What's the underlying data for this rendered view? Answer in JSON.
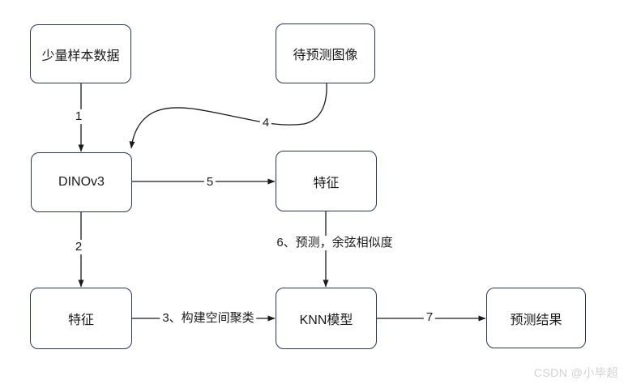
{
  "diagram": {
    "nodes": [
      {
        "id": "sample-data",
        "label": "少量样本数据"
      },
      {
        "id": "predict-image",
        "label": "待预测图像"
      },
      {
        "id": "dinov3",
        "label": "DINOv3"
      },
      {
        "id": "feature-right",
        "label": "特征"
      },
      {
        "id": "feature-left",
        "label": "特征"
      },
      {
        "id": "knn-model",
        "label": "KNN模型"
      },
      {
        "id": "predict-result",
        "label": "预测结果"
      }
    ],
    "edges": [
      {
        "id": "sample-data-to-dinov3",
        "label": "1"
      },
      {
        "id": "dinov3-to-feature-left",
        "label": "2"
      },
      {
        "id": "feature-left-to-knn",
        "label": "3、构建空间聚类"
      },
      {
        "id": "predict-image-to-dinov3",
        "label": "4"
      },
      {
        "id": "dinov3-to-feature-right",
        "label": "5"
      },
      {
        "id": "feature-right-to-knn",
        "label": "6、预测，余弦相似度"
      },
      {
        "id": "knn-to-predict-result",
        "label": "7"
      }
    ],
    "colors": {
      "node_border": "#2e3456",
      "arrow": "#1a1a1a",
      "text": "#1a1a1a",
      "watermark": "#d2d2d2"
    }
  },
  "watermark": {
    "text": "CSDN @小毕超"
  }
}
